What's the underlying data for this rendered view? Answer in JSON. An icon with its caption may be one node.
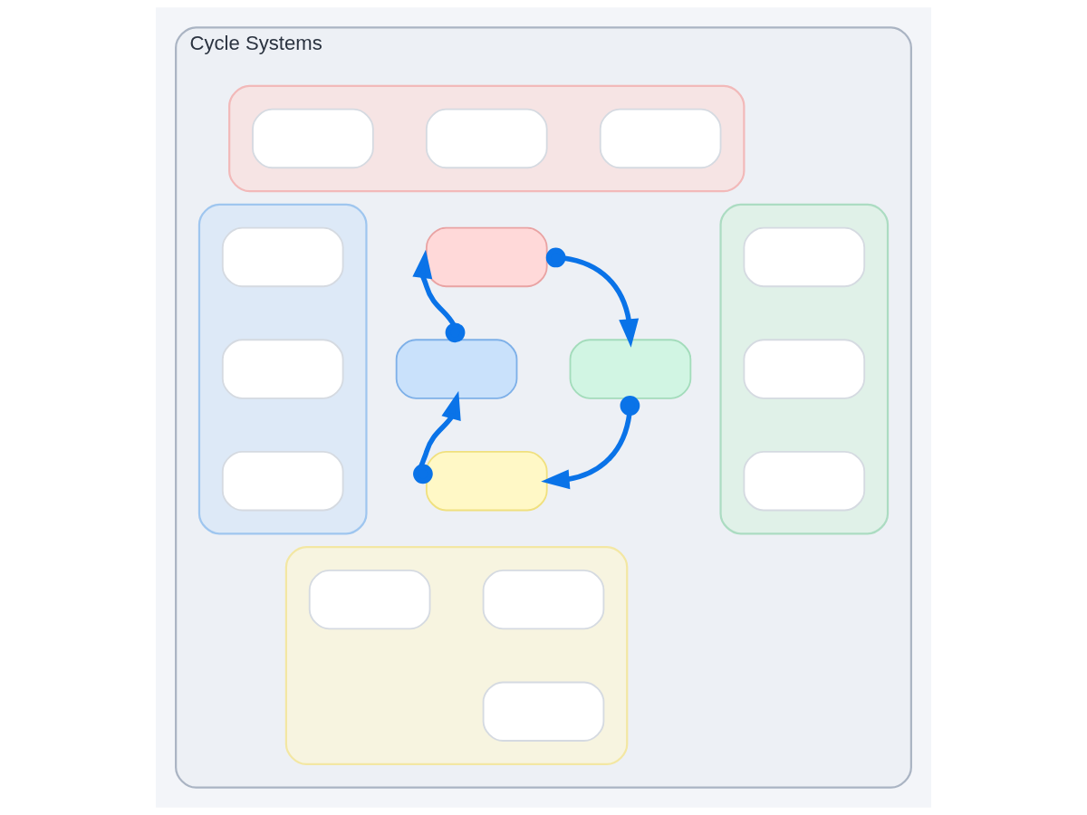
{
  "diagram": {
    "nodes": [
      {
        "text": [
          "Cycle Systems"
        ]
      },
      {
        "text": [],
        "shape": "box",
        "in": 0
      },
      {
        "text": [],
        "shape": "box",
        "in": 1
      },
      {
        "text": [],
        "shape": "box",
        "in": 1
      },
      {
        "text": [],
        "shape": "box",
        "in": 1
      },
      {
        "text": [],
        "shape": "box",
        "in": 0
      },
      {
        "text": [],
        "shape": "box",
        "in": 0
      },
      {
        "text": [],
        "shape": "box",
        "in": 6
      },
      {
        "text": [],
        "shape": "box",
        "in": 6
      },
      {
        "text": [],
        "shape": "box",
        "in": 6
      },
      {
        "text": [],
        "shape": "box",
        "in": 0
      },
      {
        "text": [],
        "shape": "box",
        "in": 0
      },
      {
        "text": [],
        "shape": "box",
        "in": 0
      },
      {
        "text": [],
        "shape": "box",
        "in": 12
      },
      {
        "text": [],
        "shape": "box",
        "in": 12
      },
      {
        "text": [],
        "shape": "box",
        "in": 12
      },
      {
        "text": [],
        "shape": "box",
        "in": 0
      },
      {
        "text": [],
        "shape": "box",
        "in": 0
      },
      {
        "text": [],
        "shape": "box",
        "in": 17
      },
      {
        "text": [],
        "shape": "box",
        "in": 17
      },
      {
        "text": [],
        "shape": "box",
        "in": 17
      }
    ],
    "edges": [
      {
        "from": 5,
        "to": 11,
        "arrow": "to"
      },
      {
        "from": 11,
        "to": 16,
        "arrow": "to"
      },
      {
        "from": 16,
        "to": 10,
        "arrow": "to"
      },
      {
        "from": 10,
        "to": 5,
        "arrow": "to"
      }
    ]
  }
}
